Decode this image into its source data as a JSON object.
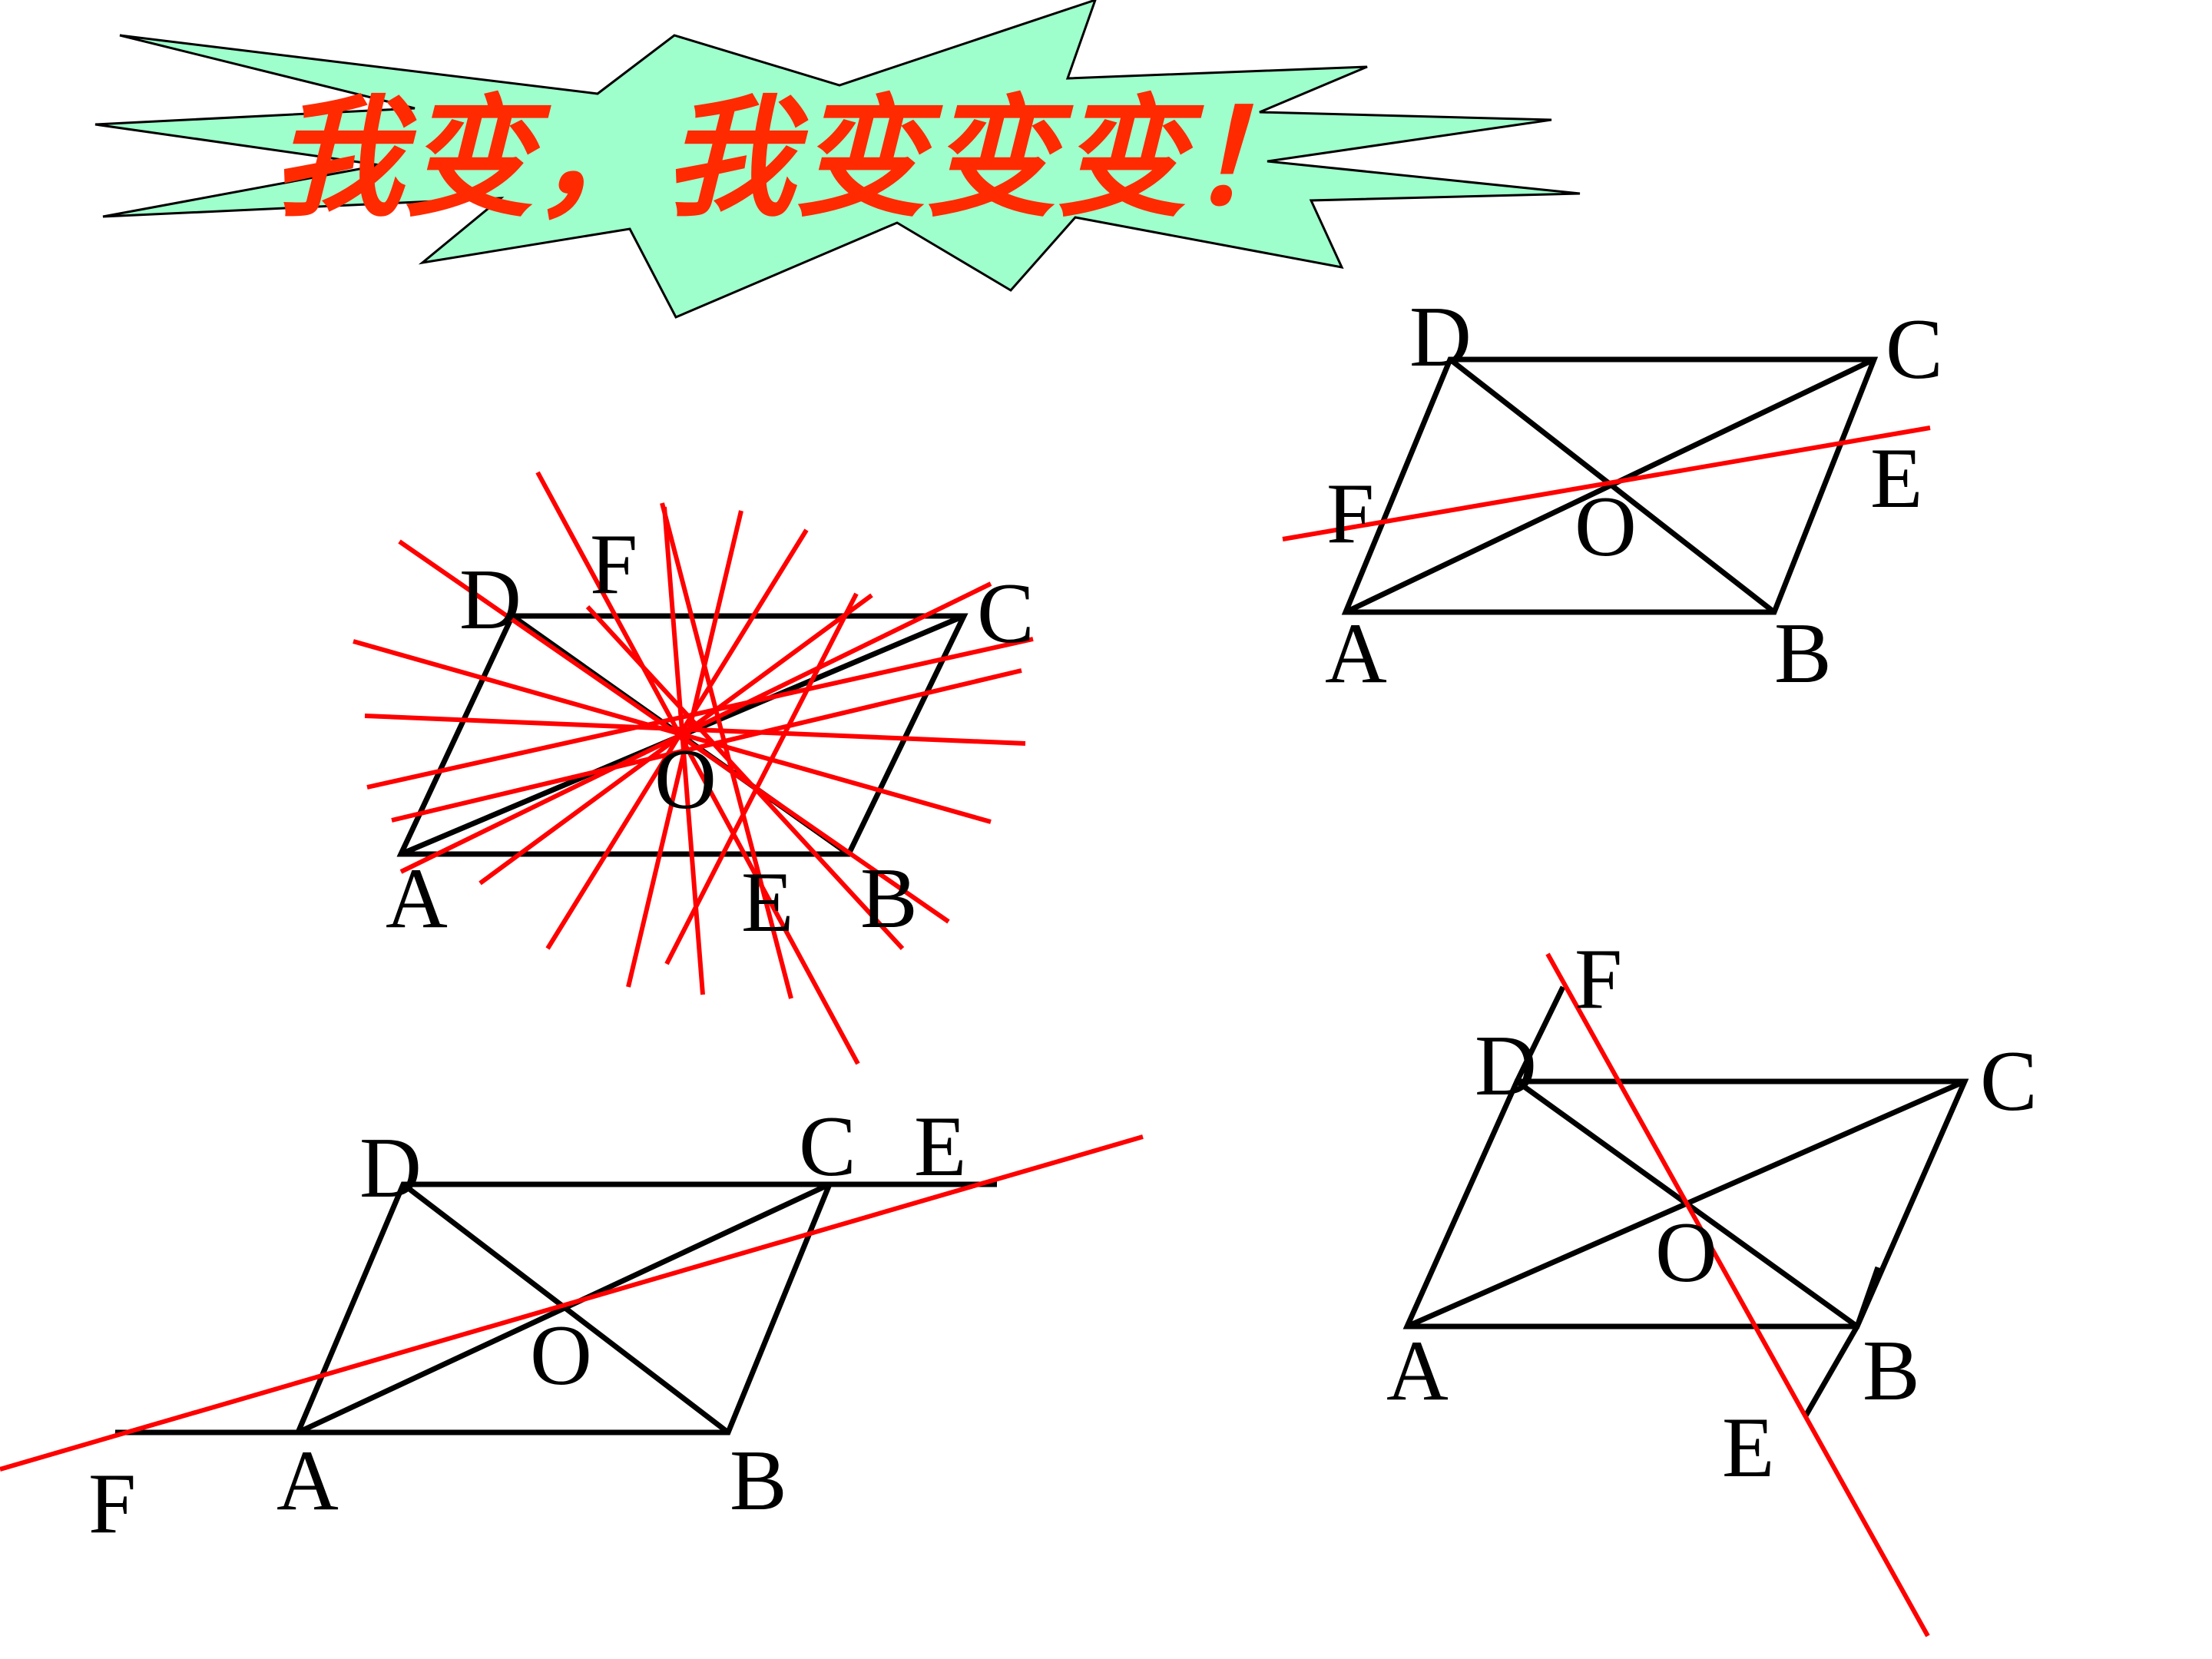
{
  "title": {
    "text": "我变，我变变变！",
    "color": "#ff2a00",
    "burst_fill": "#9fffcc"
  },
  "colors": {
    "shape_stroke": "#000000",
    "line_stroke": "#ff0000"
  },
  "figures": [
    {
      "id": "fig-top-right",
      "labels": {
        "A": "A",
        "B": "B",
        "C": "C",
        "D": "D",
        "O": "O",
        "E": "E",
        "F": "F"
      }
    },
    {
      "id": "fig-center-star",
      "labels": {
        "A": "A",
        "B": "B",
        "C": "C",
        "D": "D",
        "O": "O",
        "E": "E",
        "F": "F"
      }
    },
    {
      "id": "fig-bottom-left",
      "labels": {
        "A": "A",
        "B": "B",
        "C": "C",
        "D": "D",
        "O": "O",
        "E": "E",
        "F": "F"
      }
    },
    {
      "id": "fig-bottom-right",
      "labels": {
        "A": "A",
        "B": "B",
        "C": "C",
        "D": "D",
        "O": "O",
        "E": "E",
        "F": "F"
      }
    }
  ]
}
